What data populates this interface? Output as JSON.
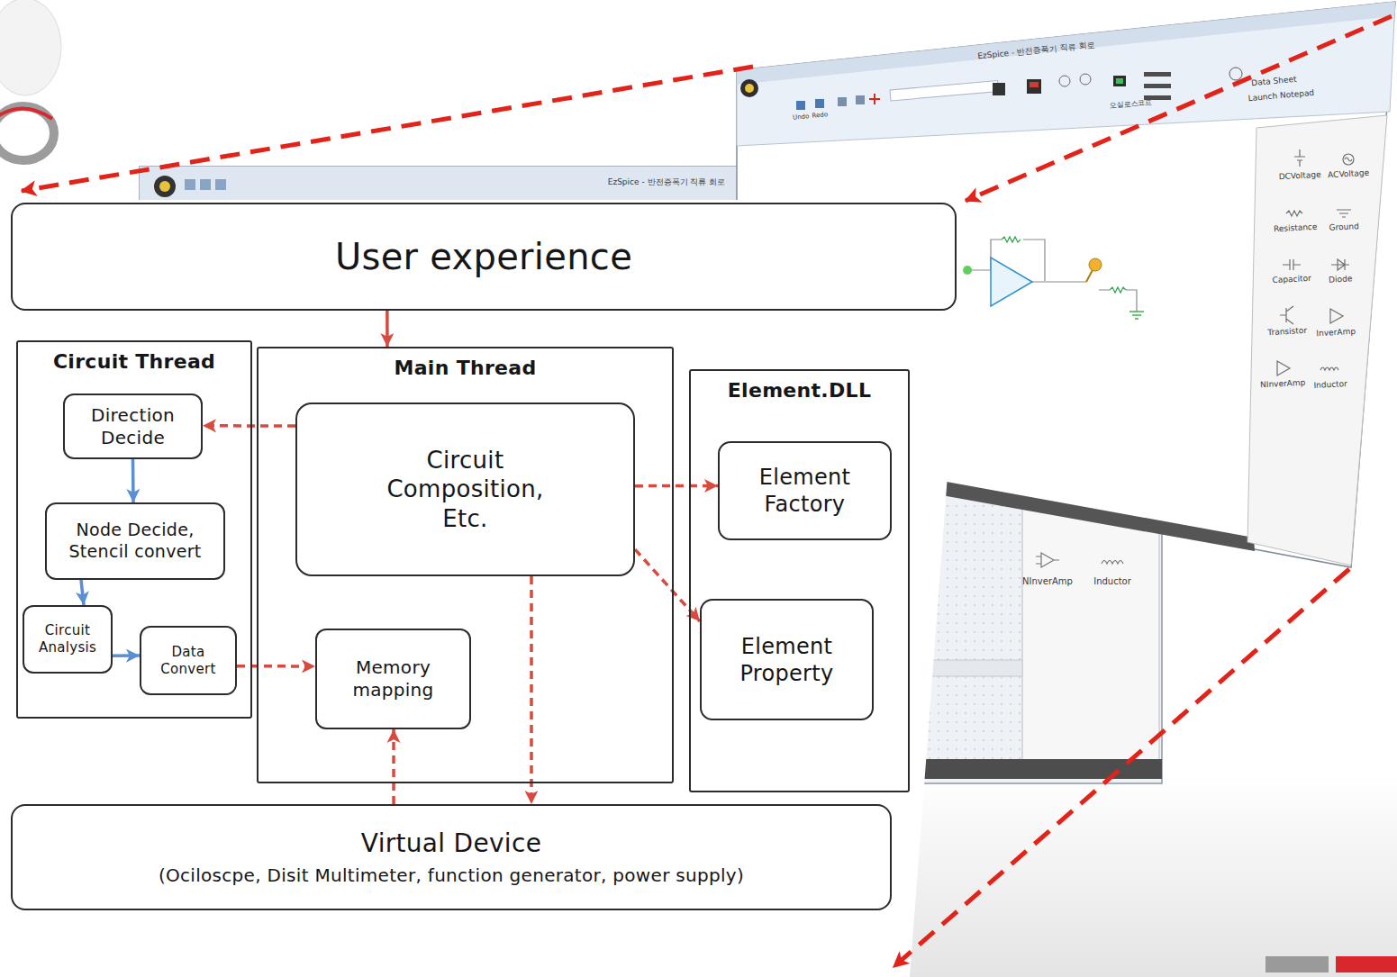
{
  "diagram": {
    "nodes": [
      {
        "text": [
          "User experience"
        ]
      },
      {
        "text": [
          "Circuit Thread"
        ]
      },
      {
        "text": [
          "Direction Decide"
        ],
        "in": 1
      },
      {
        "text": [
          "Node Decide, Stencil convert"
        ],
        "in": 1
      },
      {
        "text": [
          "Circuit Analysis"
        ],
        "in": 1
      },
      {
        "text": [
          "Data Convert"
        ],
        "in": 1
      },
      {
        "text": [
          "Main Thread"
        ]
      },
      {
        "text": [
          "Circuit Composition, Etc."
        ],
        "in": 6
      },
      {
        "text": [
          "Memory mapping"
        ],
        "in": 6
      },
      {
        "text": [
          "Element.DLL"
        ]
      },
      {
        "text": [
          "Element Factory"
        ],
        "in": 9
      },
      {
        "text": [
          "Element Property"
        ],
        "in": 9
      },
      {
        "text": [
          "Virtual Device",
          "(Ociloscpe, Disit Multimeter, function generator, power supply)"
        ]
      }
    ],
    "edges": [
      {
        "from": 0,
        "to": 6,
        "arrow": "to"
      },
      {
        "from": 7,
        "to": 2,
        "arrow": "to"
      },
      {
        "from": 2,
        "to": 3,
        "arrow": "to"
      },
      {
        "from": 3,
        "to": 4,
        "arrow": "to"
      },
      {
        "from": 4,
        "to": 5,
        "arrow": "to"
      },
      {
        "from": 5,
        "to": 8,
        "arrow": "to"
      },
      {
        "from": 7,
        "to": 10,
        "arrow": "to"
      },
      {
        "from": 7,
        "to": 11,
        "arrow": "to"
      },
      {
        "from": 7,
        "to": 12,
        "arrow": "to"
      },
      {
        "from": 12,
        "to": 8,
        "arrow": "to"
      }
    ],
    "labels": [
      "EzSpice - 반전증폭기 직류 회로",
      "EzSpice - 반전증폭기 직류 회로",
      "DCVoltage",
      "ACVoltage",
      "Resistance",
      "Ground",
      "Capacitor",
      "Diode",
      "Transistor",
      "InverAmp",
      "NInverAmp",
      "Inductor",
      "NInverAmp",
      "Inductor",
      "Data Sheet",
      "Launch Notepad",
      "Undo",
      "Redo",
      "오실로스코프"
    ]
  }
}
